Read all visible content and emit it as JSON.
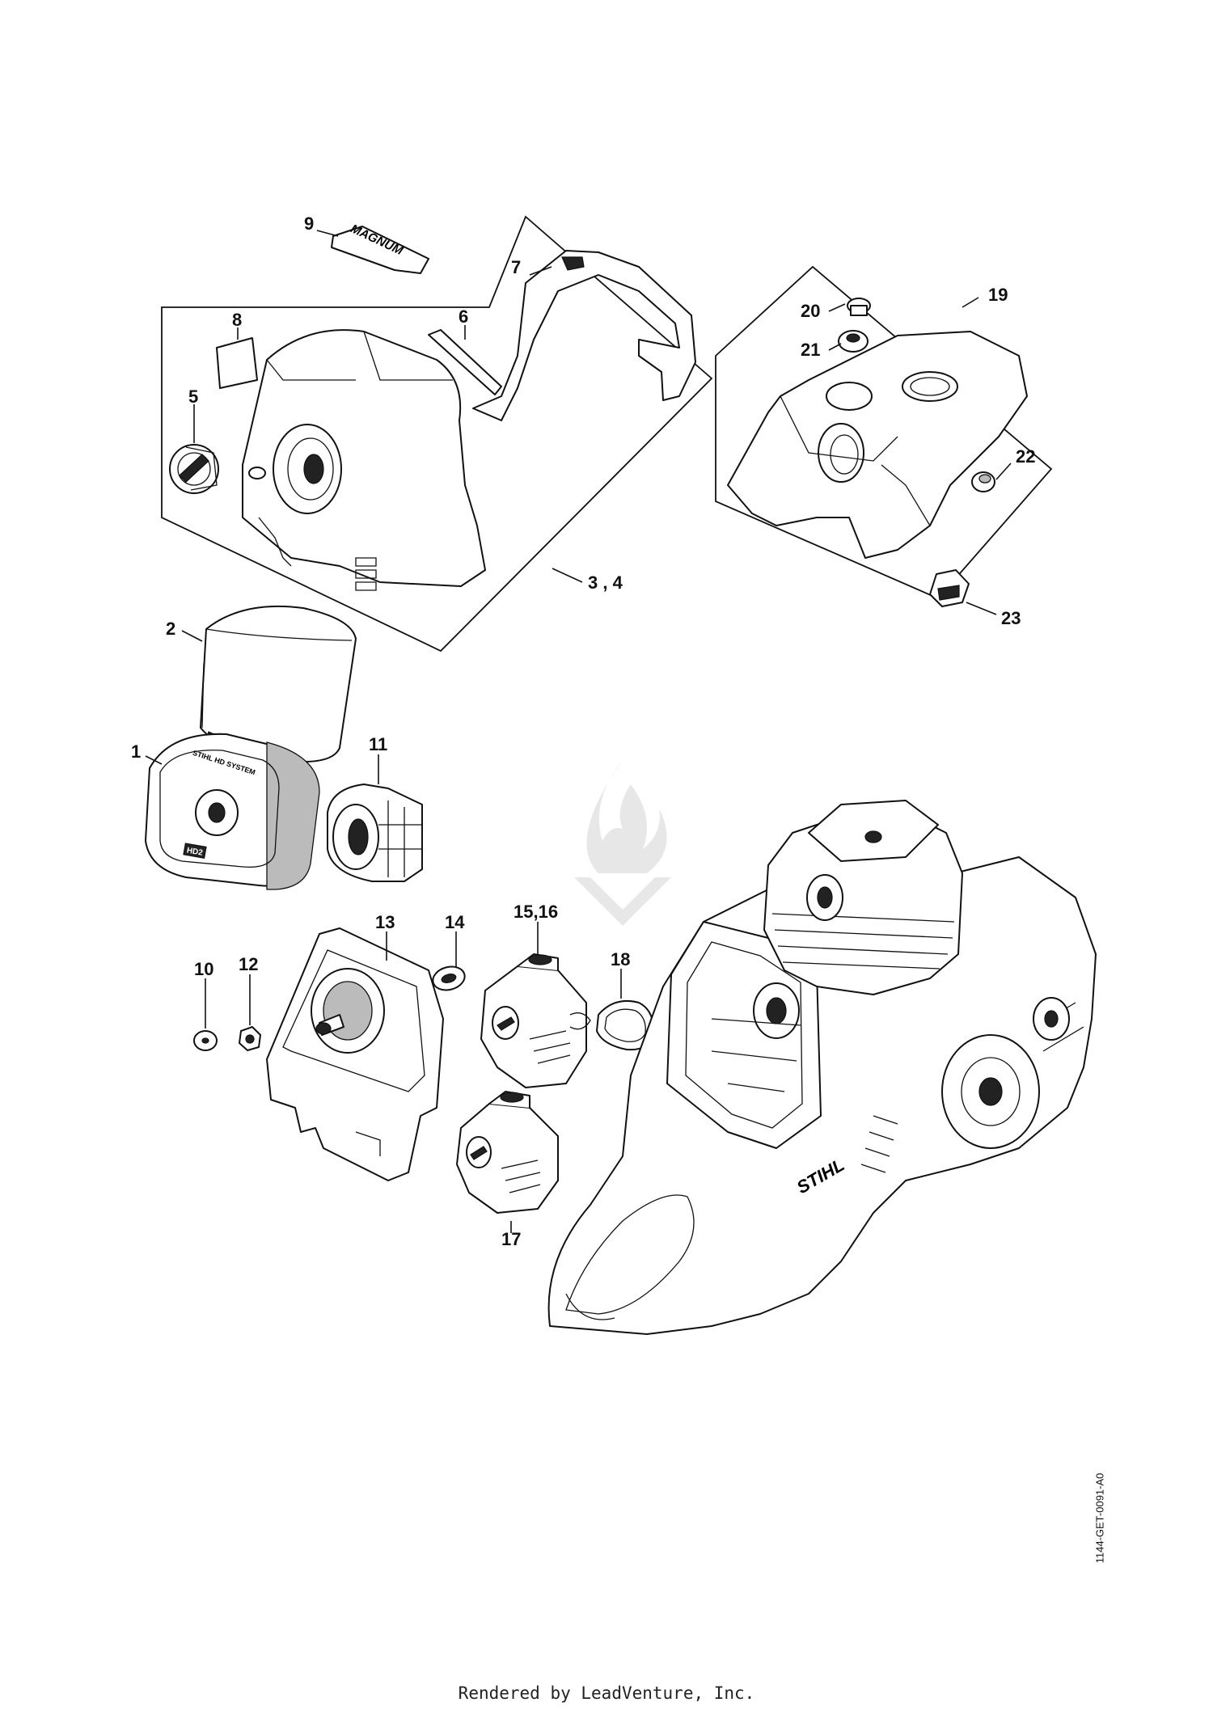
{
  "callouts": {
    "c1": "1",
    "c2": "2",
    "c3_4": "3 , 4",
    "c5": "5",
    "c6": "6",
    "c7": "7",
    "c8": "8",
    "c9": "9",
    "c10": "10",
    "c11": "11",
    "c12": "12",
    "c13": "13",
    "c14": "14",
    "c15_16": "15,16",
    "c17": "17",
    "c18": "18",
    "c19": "19",
    "c20": "20",
    "c21": "21",
    "c22": "22",
    "c23": "23"
  },
  "part_markings": {
    "decal_text": "MAGNUM",
    "filter_brand": "STIHL HD SYSTEM",
    "filter_code": "HD2",
    "housing_brand": "STIHL"
  },
  "drawing_code": "1144-GET-0091-A0",
  "footer": "Rendered by LeadVenture, Inc.",
  "colors": {
    "line": "#111111",
    "background": "#ffffff"
  }
}
